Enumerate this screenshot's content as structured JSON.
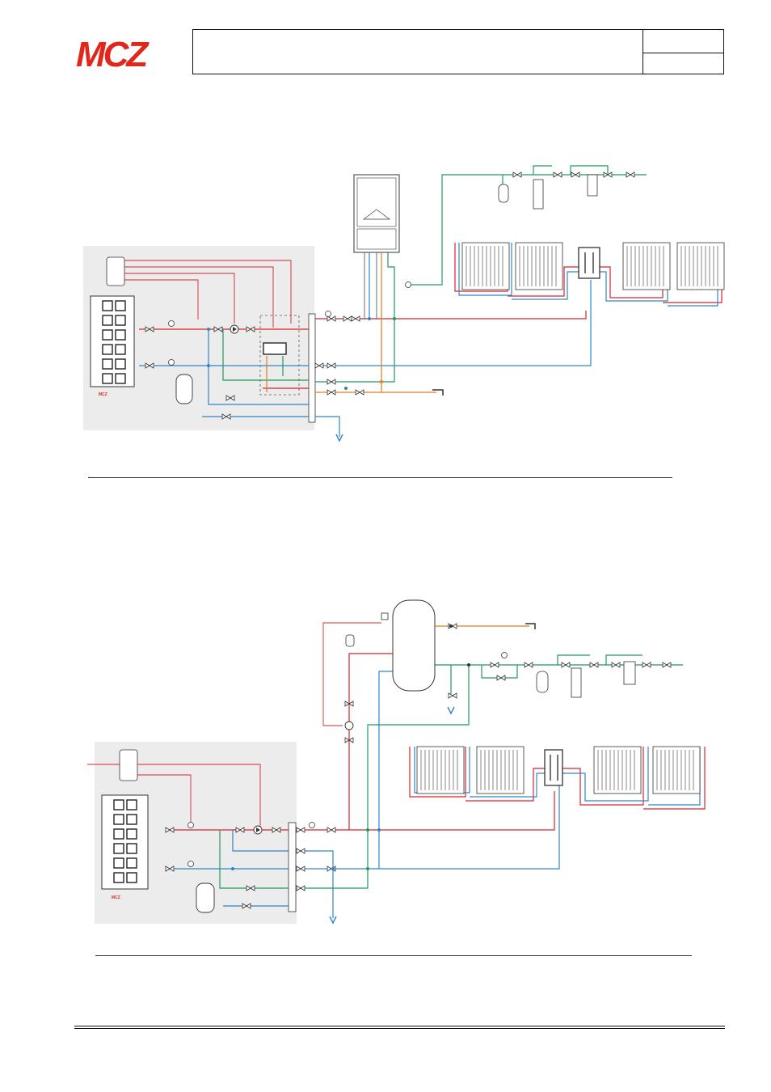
{
  "header": {
    "logo_text": "MCZ",
    "title": "",
    "code": "",
    "page": ""
  },
  "colors": {
    "brand_red": "#e1261c",
    "flow_red": "#d9232d",
    "return_blue": "#2e86c8",
    "water_green": "#1f9a5a",
    "hot_water_orange": "#e07b22",
    "panel_gray": "#ececec"
  },
  "diagrams": [
    {
      "name": "scheme-1",
      "components": [
        "stove-unit",
        "wall-boiler",
        "radiators",
        "manifold",
        "expansion-vessel",
        "circulation-pump",
        "drain",
        "water-softener",
        "tap"
      ]
    },
    {
      "name": "scheme-2",
      "components": [
        "stove-unit",
        "storage-tank",
        "radiators",
        "manifold",
        "expansion-vessel",
        "circulation-pump",
        "drain",
        "water-softener",
        "tap"
      ]
    }
  ]
}
